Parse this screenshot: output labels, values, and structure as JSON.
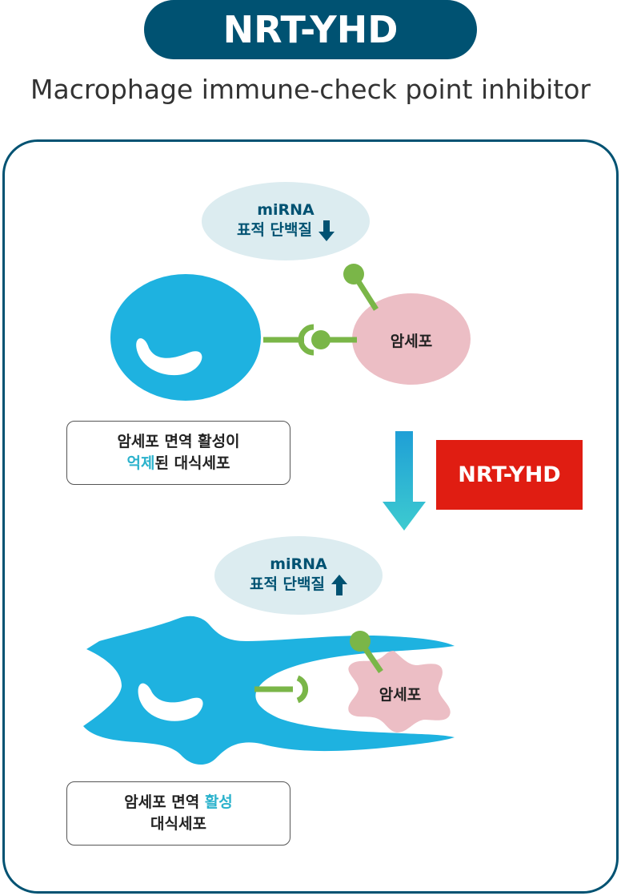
{
  "header": {
    "title": "NRT-YHD",
    "subtitle": "Macrophage immune-check point inhibitor"
  },
  "top_panel": {
    "bubble_line1": "miRNA",
    "bubble_line2": "표적 단백질",
    "bubble_icon": "arrow-down-icon",
    "cancer_label": "암세포",
    "caption_line1": "암세포 면역 활성이",
    "caption_highlight": "억제",
    "caption_line2_rest": "된 대식세포"
  },
  "treatment": {
    "label": "NRT-YHD",
    "arrow_icon": "arrow-down-gradient-icon"
  },
  "bottom_panel": {
    "bubble_line1": "miRNA",
    "bubble_line2": "표적 단백질",
    "bubble_icon": "arrow-up-icon",
    "cancer_label": "암세포",
    "caption_line1_pre": "암세포 면역 ",
    "caption_highlight": "활성",
    "caption_line2": "대식세포"
  },
  "colors": {
    "navy": "#005272",
    "macrophage_blue": "#1eb2e0",
    "cancer_pink": "#ecbec5",
    "receptor_green": "#7ab648",
    "bubble_bg": "#dcecf0",
    "highlight_cyan": "#2bb2cc",
    "drug_red": "#e01d12"
  }
}
